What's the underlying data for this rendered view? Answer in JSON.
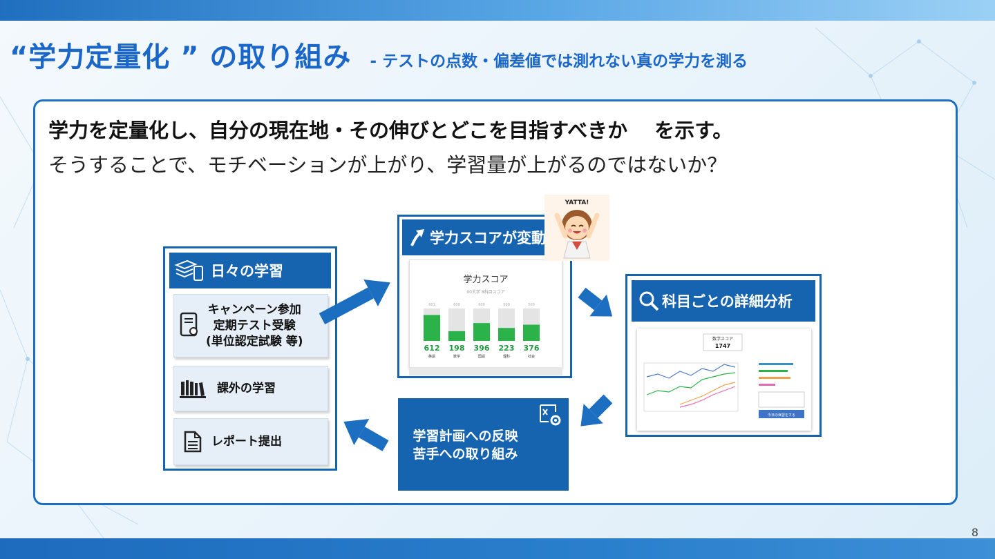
{
  "slide": {
    "title_main": "“学力定量化 ” の取り組み",
    "title_sub": "- テストの点数・偏差値では測れない真の学力を測る",
    "lead_line1": "学力を定量化し、自分の現在地・その伸びとどこを目指すべきか　 を示す。",
    "lead_line2": "そうすることで、モチベーションが上がり、学習量が上がるのではないか？",
    "page_number": "8"
  },
  "daily": {
    "title": "日々の学習",
    "items": [
      {
        "icon": "tablet-certificate-icon",
        "lines": [
          "キャンペーン参加",
          "定期テスト受験",
          "(単位認定試験 等)"
        ]
      },
      {
        "icon": "bookshelf-icon",
        "lines": [
          "課外の学習"
        ]
      },
      {
        "icon": "document-icon",
        "lines": [
          "レポート提出"
        ]
      }
    ]
  },
  "score_card": {
    "title": "学力スコアが変動",
    "chart_title": "学力スコア",
    "chart_subtitle": "00大学 8科目スコア",
    "values": [
      "612",
      "198",
      "396",
      "223",
      "376"
    ],
    "subjects": [
      "英語",
      "数学",
      "国語",
      "理科",
      "社会"
    ],
    "max_labels": [
      "601",
      "600",
      "600",
      "500",
      "500"
    ],
    "fill_ratio": [
      0.8,
      0.3,
      0.55,
      0.4,
      0.5
    ]
  },
  "mascot": {
    "caption": "YATTA!"
  },
  "analysis": {
    "title": "科目ごとの詳細分析",
    "score_label": "数学スコア",
    "score_value": "1747",
    "button_label": "今日の演習をする"
  },
  "plan": {
    "line1": "学習計画への反映",
    "line2": "苦手への取り組み"
  },
  "colors": {
    "brand_blue": "#1664b0",
    "title_blue": "#1b67c9",
    "bar_green": "#2bb34a",
    "arrow_blue": "#1b6ec0"
  }
}
